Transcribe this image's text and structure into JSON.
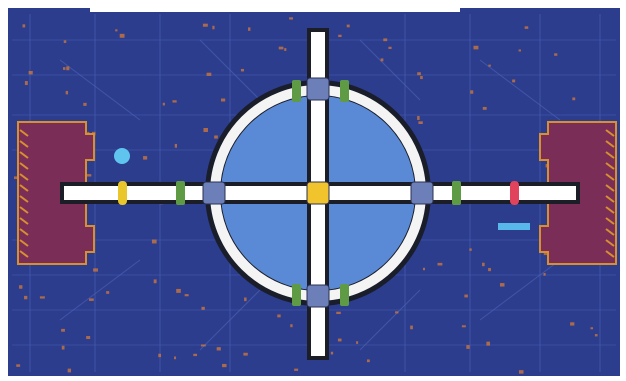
{
  "board": {
    "colors": {
      "field": "#2c3d8e",
      "field_dark": "#22306f",
      "grid": "#4f66b8",
      "dots": "#d77a35",
      "ring_outer": "#1a1d2a",
      "ring_white": "#f4f4f4",
      "inner_blue": "#5a8ad6",
      "base_maroon": "#7a2d57",
      "base_orange": "#d7902f",
      "track": "#ffffff",
      "track_edge": "#1b1e27",
      "node_blue": "#6d7fb8",
      "node_yellow": "#f1c32c",
      "marker_green": "#5f9b45",
      "marker_yellow": "#e8c62c",
      "marker_red": "#e0435b",
      "beacon_cyan": "#5fc4ee",
      "bar_cyan": "#58b8ea"
    },
    "bases": [
      {
        "side": "left",
        "icon": "base-pad-icon"
      },
      {
        "side": "right",
        "icon": "base-pad-icon"
      }
    ],
    "track_markers": [
      {
        "name": "marker-left-yellow",
        "color_key": "marker_yellow"
      },
      {
        "name": "marker-left-green",
        "color_key": "marker_green"
      },
      {
        "name": "marker-right-green",
        "color_key": "marker_green"
      },
      {
        "name": "marker-right-red",
        "color_key": "marker_red"
      },
      {
        "name": "marker-top-left-green",
        "color_key": "marker_green"
      },
      {
        "name": "marker-top-right-green",
        "color_key": "marker_green"
      },
      {
        "name": "marker-bottom-left-green",
        "color_key": "marker_green"
      },
      {
        "name": "marker-bottom-right-green",
        "color_key": "marker_green"
      }
    ],
    "nodes": [
      {
        "name": "node-top",
        "color_key": "node_blue"
      },
      {
        "name": "node-left",
        "color_key": "node_blue"
      },
      {
        "name": "node-right",
        "color_key": "node_blue"
      },
      {
        "name": "node-bottom",
        "color_key": "node_blue"
      },
      {
        "name": "node-center",
        "color_key": "node_yellow"
      }
    ]
  }
}
